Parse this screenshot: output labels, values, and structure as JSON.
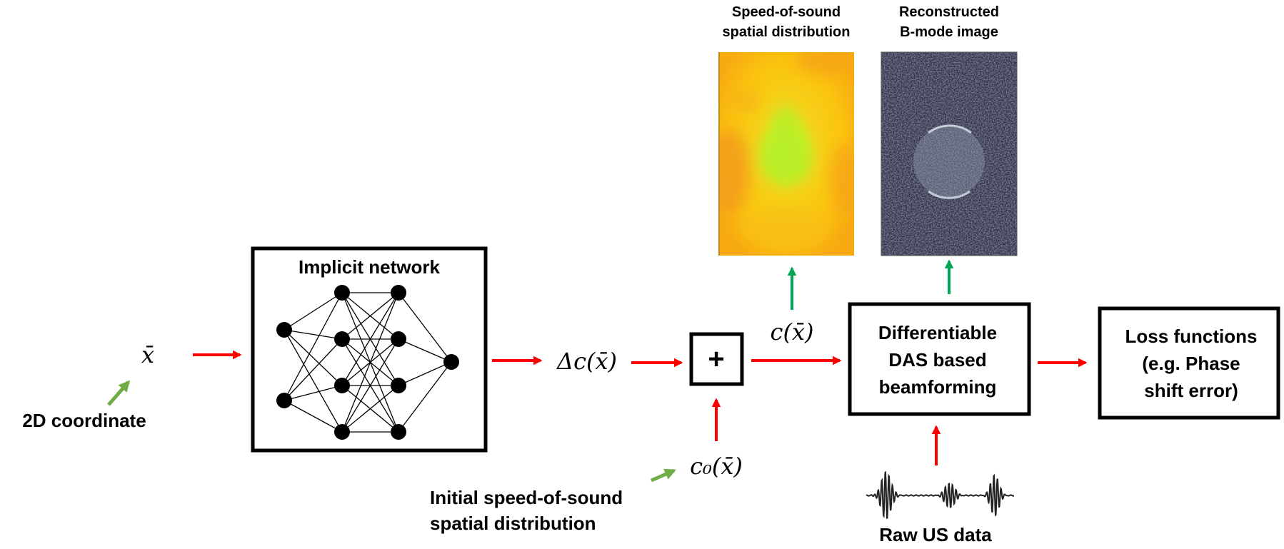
{
  "colors": {
    "arrow_red": "#ff0000",
    "arrow_green": "#00a651",
    "arrow_olive": "#70ad47",
    "box_stroke": "#000000"
  },
  "inputs": {
    "coordinate_symbol": "x̄",
    "coordinate_label": "2D coordinate"
  },
  "network": {
    "title": "Implicit network",
    "layers": [
      2,
      4,
      4,
      1
    ]
  },
  "delta_c": {
    "label": "Δc(x̄)"
  },
  "adder": {
    "symbol": "+"
  },
  "c0": {
    "label": "c₀(x̄)",
    "caption_line1": "Initial speed-of-sound",
    "caption_line2": "spatial distribution"
  },
  "c_out": {
    "label": "c(x̄)"
  },
  "sos_map": {
    "title_line1": "Speed-of-sound",
    "title_line2": "spatial distribution"
  },
  "bmode": {
    "title_line1": "Reconstructed",
    "title_line2": "B-mode image"
  },
  "beamformer": {
    "line1": "Differentiable",
    "line2": "DAS based",
    "line3": "beamforming"
  },
  "raw_data": {
    "label": "Raw US data"
  },
  "loss": {
    "line1": "Loss functions",
    "line2": "(e.g. Phase",
    "line3": "shift error)"
  }
}
